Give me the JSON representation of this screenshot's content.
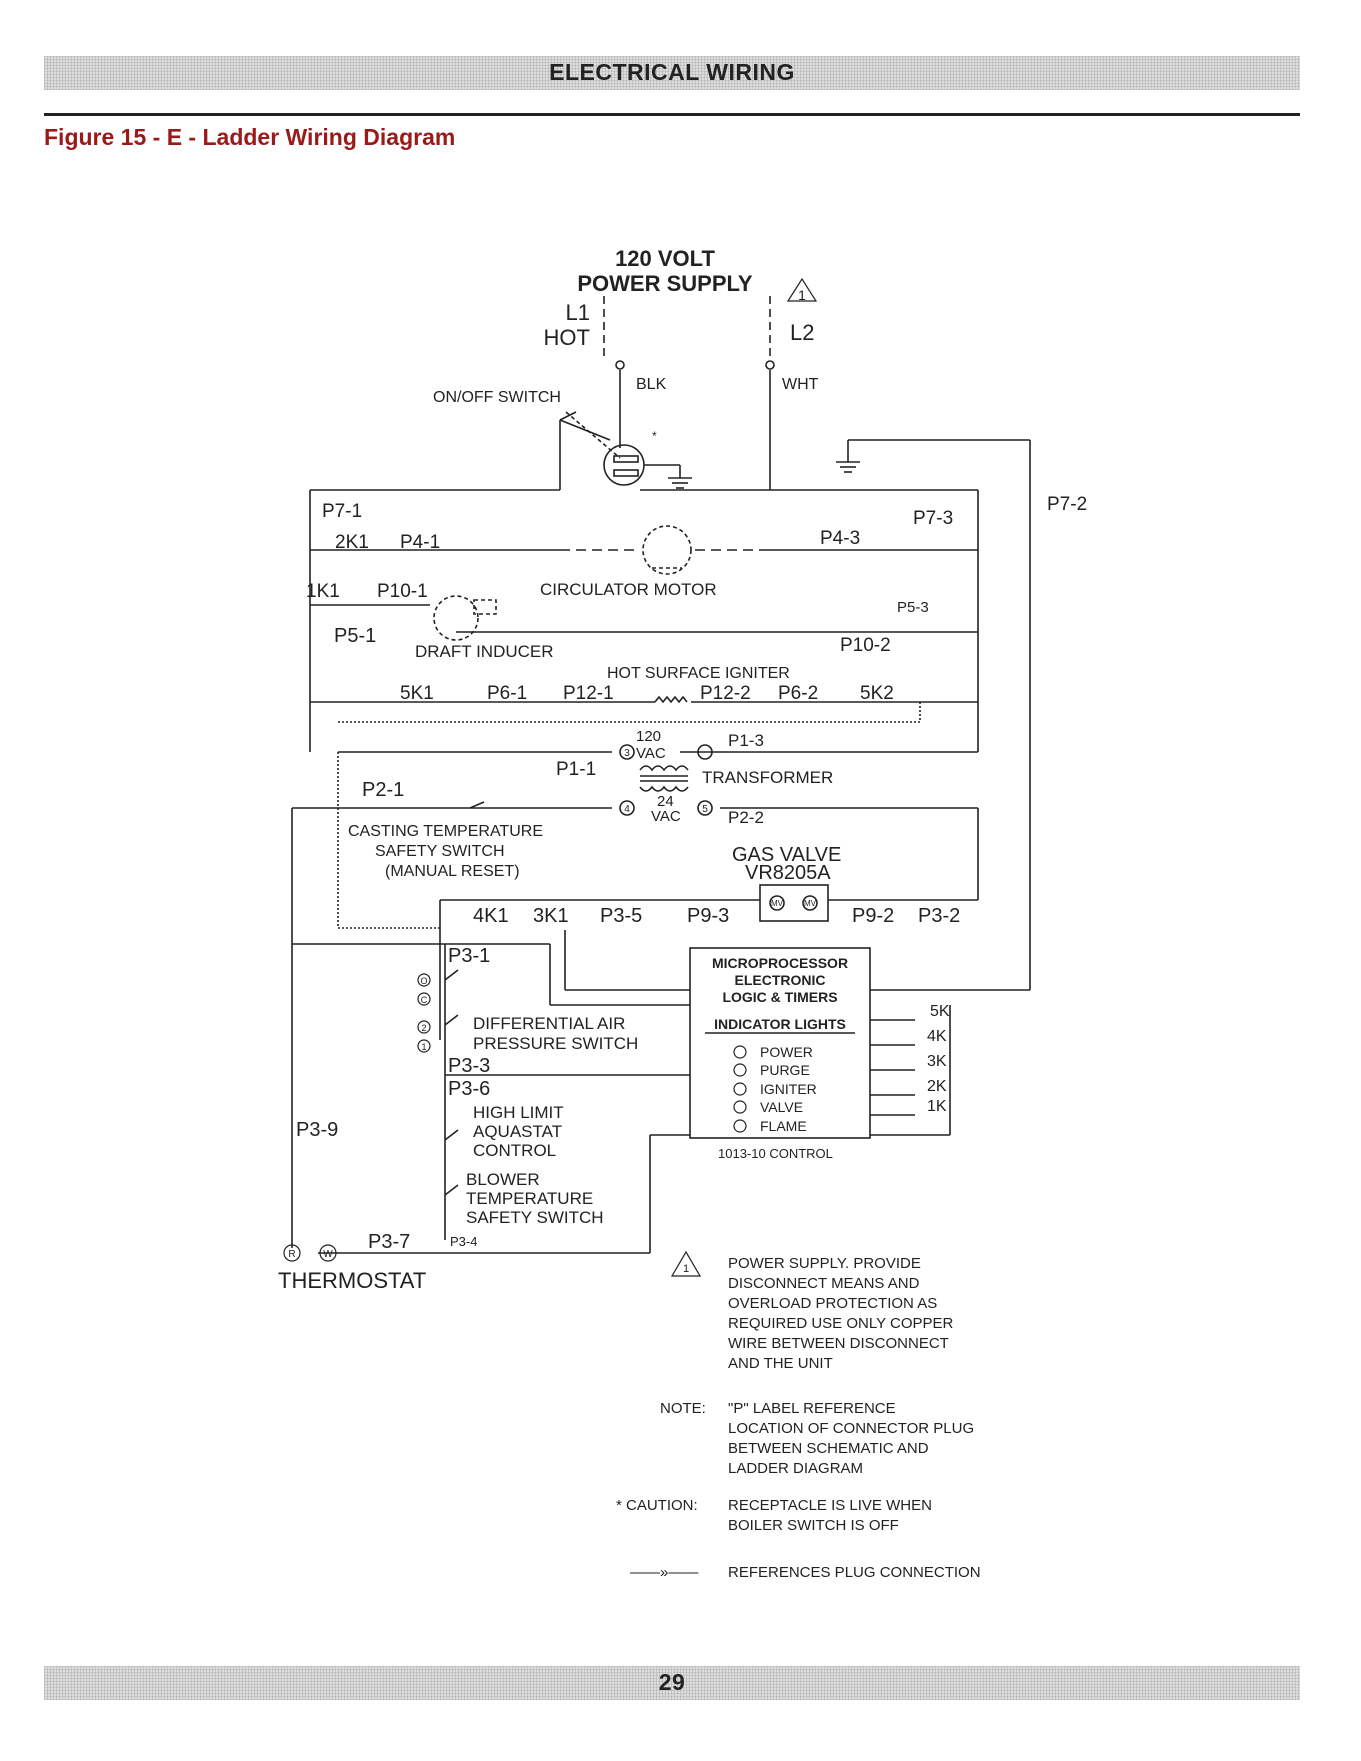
{
  "header": {
    "title": "ELECTRICAL WIRING",
    "figure_title": "Figure 15 - E - Ladder Wiring Diagram"
  },
  "power": {
    "line1": "120 VOLT",
    "line2": "POWER SUPPLY",
    "l1": "L1",
    "hot": "HOT",
    "l2": "L2",
    "blk": "BLK",
    "wht": "WHT",
    "warn_mark": "1",
    "asterisk": "*"
  },
  "switch": {
    "label": "ON/OFF SWITCH"
  },
  "plugs": {
    "p7_1": "P7-1",
    "p7_2": "P7-2",
    "p7_3": "P7-3",
    "p4_1": "P4-1",
    "p4_3": "P4-3",
    "p10_1": "P10-1",
    "p10_2": "P10-2",
    "p5_1": "P5-1",
    "p5_3": "P5-3",
    "p6_1": "P6-1",
    "p6_2": "P6-2",
    "p12_1": "P12-1",
    "p12_2": "P12-2",
    "p1_1": "P1-1",
    "p1_3": "P1-3",
    "p2_1": "P2-1",
    "p2_2": "P2-2",
    "p3_1": "P3-1",
    "p3_2": "P3-2",
    "p3_3": "P3-3",
    "p3_4": "P3-4",
    "p3_5": "P3-5",
    "p3_6": "P3-6",
    "p3_7": "P3-7",
    "p3_9": "P3-9",
    "p9_2": "P9-2",
    "p9_3": "P9-3"
  },
  "relays": {
    "k1": "1K1",
    "k2": "2K1",
    "k3": "3K1",
    "k4": "4K1",
    "k5": "5K1",
    "k5b": "5K2",
    "r5k": "5K",
    "r4k": "4K",
    "r3k": "3K",
    "r2k": "2K",
    "r1k": "1K"
  },
  "components": {
    "circulator": "CIRCULATOR MOTOR",
    "draft": "DRAFT INDUCER",
    "igniter": "HOT SURFACE IGNITER",
    "transformer": "TRANSFORMER",
    "v120": "120",
    "vac": "VAC",
    "v24": "24",
    "vac2": "VAC",
    "t3": "3",
    "t4": "4",
    "t5": "5",
    "casting1": "CASTING TEMPERATURE",
    "casting2": "SAFETY SWITCH",
    "casting3": "(MANUAL RESET)",
    "gasvalve1": "GAS VALVE",
    "gasvalve2": "VR8205A",
    "mv1": "MV",
    "mv2": "MV",
    "diff1": "DIFFERENTIAL AIR",
    "diff2": "PRESSURE SWITCH",
    "t_o": "O",
    "t_c": "C",
    "t_2": "2",
    "t_1": "1",
    "hl1": "HIGH LIMIT",
    "hl2": "AQUASTAT",
    "hl3": "CONTROL",
    "bl1": "BLOWER",
    "bl2": "TEMPERATURE",
    "bl3": "SAFETY SWITCH",
    "thermostat": "THERMOSTAT",
    "t_r": "R",
    "t_w": "W"
  },
  "control": {
    "line1": "MICROPROCESSOR",
    "line2": "ELECTRONIC",
    "line3": "LOGIC & TIMERS",
    "indicator": "INDICATOR LIGHTS",
    "lights": [
      "POWER",
      "PURGE",
      "IGNITER",
      "VALVE",
      "FLAME"
    ],
    "model": "1013-10 CONTROL"
  },
  "notes": {
    "power_lines": [
      "POWER SUPPLY. PROVIDE",
      "DISCONNECT MEANS AND",
      "OVERLOAD PROTECTION AS",
      "REQUIRED USE ONLY COPPER",
      "WIRE BETWEEN DISCONNECT",
      "AND THE UNIT"
    ],
    "note_label": "NOTE:",
    "note_lines": [
      "\"P\" LABEL REFERENCE",
      "LOCATION OF CONNECTOR PLUG",
      "BETWEEN SCHEMATIC AND",
      "LADDER DIAGRAM"
    ],
    "caution_label": "* CAUTION:",
    "caution_lines": [
      "RECEPTACLE IS LIVE WHEN",
      "BOILER SWITCH IS OFF"
    ],
    "legend_symbol": "——»——",
    "legend_text": "REFERENCES PLUG CONNECTION"
  },
  "footer": {
    "page_number": "29"
  }
}
